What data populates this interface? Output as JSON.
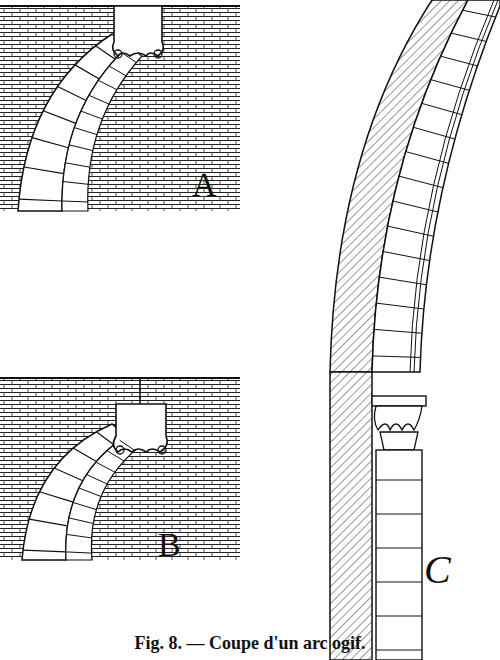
{
  "diagram": {
    "caption": "Fig. 8. — Coupe d'un arc ogif.",
    "labels": [
      "A",
      "B",
      "C"
    ]
  }
}
